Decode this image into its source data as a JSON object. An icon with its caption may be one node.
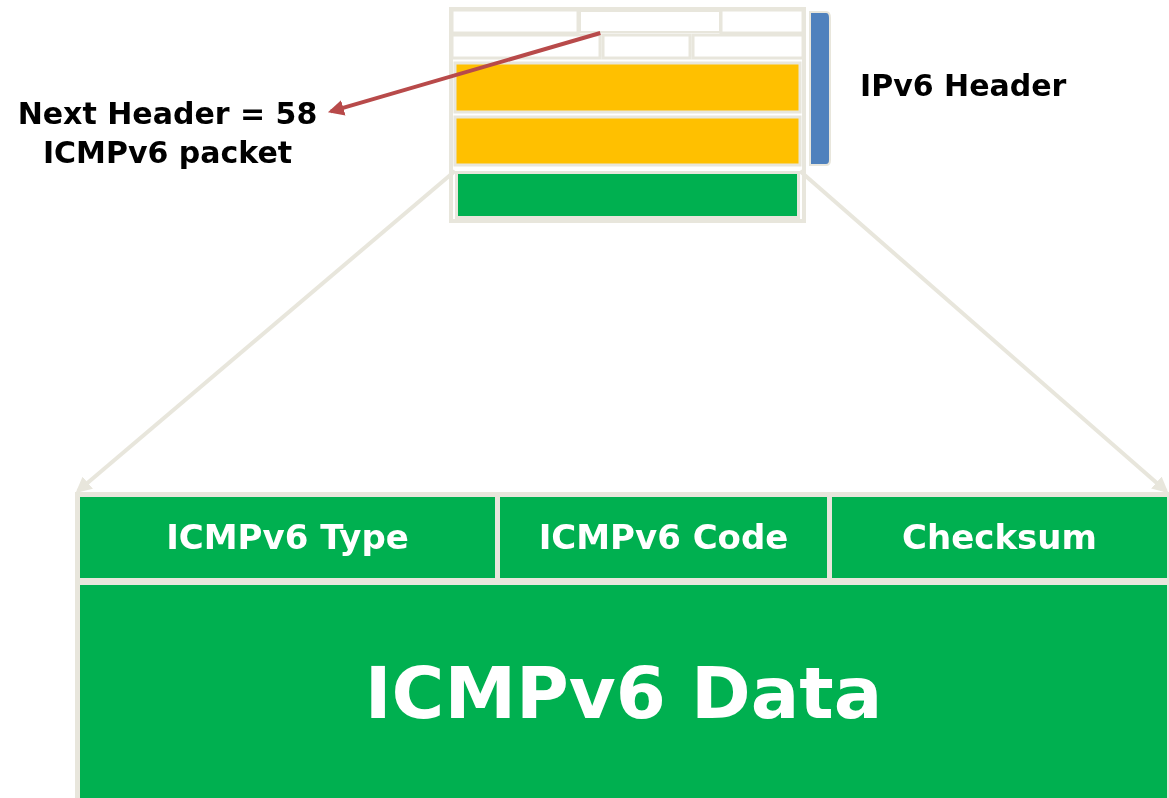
{
  "diagram": {
    "nodes": [
      {
        "text": [
          "Next Header = 58",
          "ICMPv6 packet"
        ]
      },
      {
        "text": [],
        "shape": "box"
      },
      {
        "text": [],
        "shape": "bar"
      },
      {
        "text": [],
        "shape": "box"
      },
      {
        "text": [
          "ICMPv6 Type"
        ],
        "in": 3
      },
      {
        "text": [
          "ICMPv6 Code"
        ],
        "in": 3
      },
      {
        "text": [
          "Checksum"
        ],
        "in": 3
      },
      {
        "text": [
          "ICMPv6 Data"
        ],
        "in": 3
      }
    ],
    "edges": [
      {
        "from": 1,
        "to": 0,
        "arrow": "to",
        "color": "#b84a4a"
      },
      {
        "from": 2,
        "to": 3,
        "arrow": "to"
      },
      {
        "from": 2,
        "to": 3,
        "arrow": "to"
      }
    ],
    "labels": [
      "IPv6 Header"
    ]
  }
}
